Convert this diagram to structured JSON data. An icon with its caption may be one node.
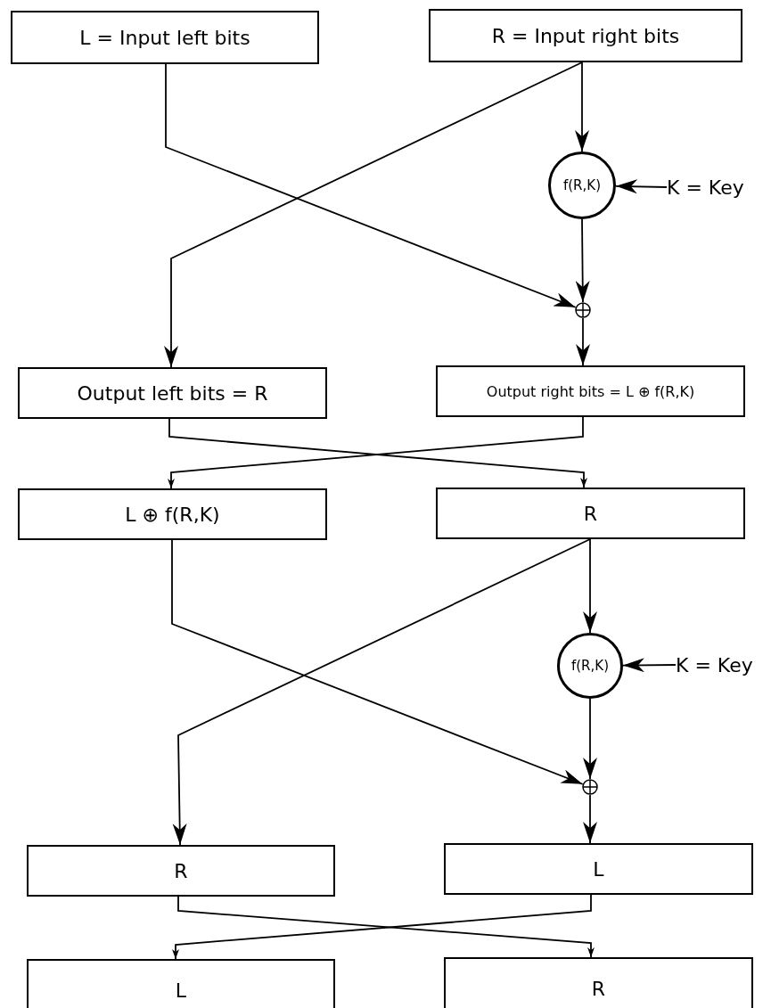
{
  "diagram": {
    "nodes": [
      {
        "text": [
          "L = Input left bits"
        ]
      },
      {
        "text": [
          "R = Input right bits"
        ]
      },
      {
        "text": [
          "f(R,K)"
        ]
      },
      {
        "text": [
          "K = Key"
        ]
      },
      {
        "text": [],
        "shape": "circle"
      },
      {
        "text": [
          "Output left bits = R"
        ]
      },
      {
        "text": [
          "Output right bits = L ⊕ f(R,K)"
        ]
      },
      {
        "text": [
          "L ⊕ f(R,K)"
        ]
      },
      {
        "text": [
          "R"
        ]
      },
      {
        "text": [
          "f(R,K)"
        ]
      },
      {
        "text": [
          "K = Key"
        ]
      },
      {
        "text": [],
        "shape": "circle"
      },
      {
        "text": [
          "R"
        ]
      },
      {
        "text": [
          "L"
        ]
      },
      {
        "text": [
          "L"
        ]
      },
      {
        "text": [
          "R"
        ]
      }
    ],
    "edges": [
      {
        "from": 0,
        "to": 4,
        "arrow": "to"
      },
      {
        "from": 1,
        "to": 5,
        "arrow": "to"
      },
      {
        "from": 1,
        "to": 2,
        "arrow": "to"
      },
      {
        "from": 3,
        "to": 2,
        "arrow": "to"
      },
      {
        "from": 2,
        "to": 4,
        "arrow": "to"
      },
      {
        "from": 4,
        "to": 6,
        "arrow": "to"
      },
      {
        "from": 5,
        "to": 8,
        "arrow": "to"
      },
      {
        "from": 6,
        "to": 7,
        "arrow": "to"
      },
      {
        "from": 7,
        "to": 11,
        "arrow": "to"
      },
      {
        "from": 8,
        "to": 12,
        "arrow": "to"
      },
      {
        "from": 8,
        "to": 9,
        "arrow": "to"
      },
      {
        "from": 10,
        "to": 9,
        "arrow": "to"
      },
      {
        "from": 9,
        "to": 11,
        "arrow": "to"
      },
      {
        "from": 11,
        "to": 13,
        "arrow": "to"
      },
      {
        "from": 12,
        "to": 15,
        "arrow": "to"
      },
      {
        "from": 13,
        "to": 14,
        "arrow": "to"
      }
    ]
  }
}
